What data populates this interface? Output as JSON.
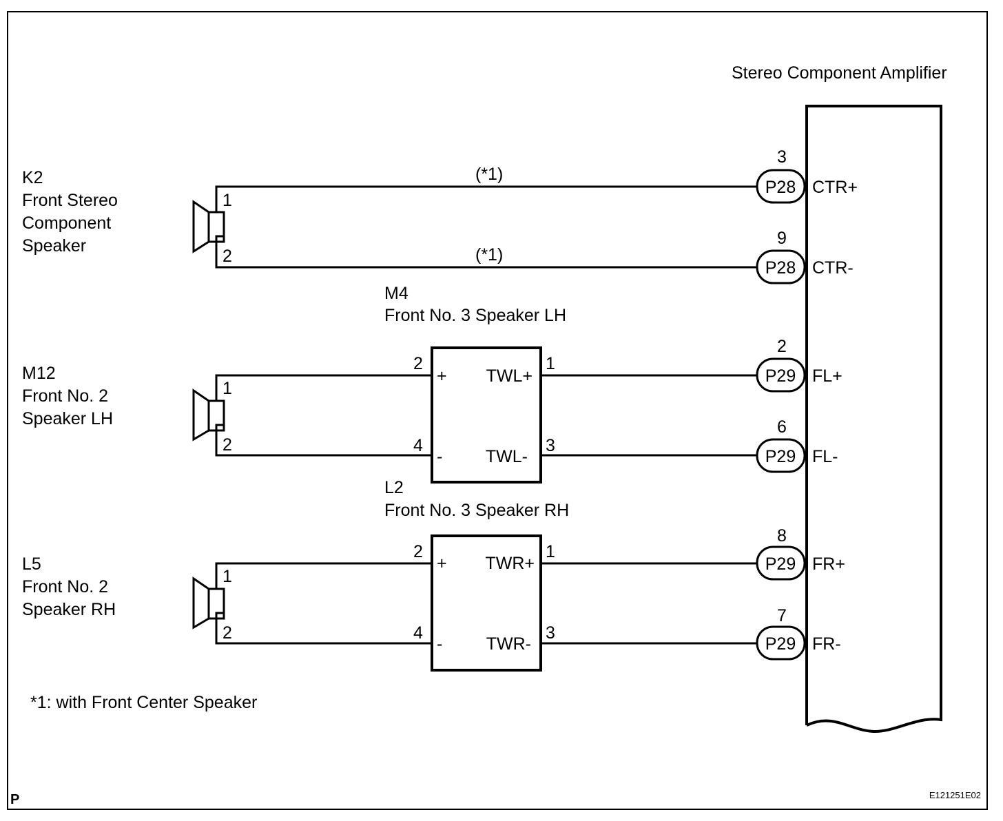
{
  "amplifier": {
    "title": "Stereo Component Amplifier",
    "pins": [
      {
        "num": "3",
        "conn": "P28",
        "signal": "CTR+"
      },
      {
        "num": "9",
        "conn": "P28",
        "signal": "CTR-"
      },
      {
        "num": "2",
        "conn": "P29",
        "signal": "FL+"
      },
      {
        "num": "6",
        "conn": "P29",
        "signal": "FL-"
      },
      {
        "num": "8",
        "conn": "P29",
        "signal": "FR+"
      },
      {
        "num": "7",
        "conn": "P29",
        "signal": "FR-"
      }
    ]
  },
  "speakers": [
    {
      "code": "K2",
      "name_lines": [
        "Front Stereo",
        "Component",
        "Speaker"
      ],
      "pins": [
        "1",
        "2"
      ]
    },
    {
      "code": "M12",
      "name_lines": [
        "Front No. 2",
        "Speaker LH"
      ],
      "pins": [
        "1",
        "2"
      ]
    },
    {
      "code": "L5",
      "name_lines": [
        "Front No. 2",
        "Speaker RH"
      ],
      "pins": [
        "1",
        "2"
      ]
    }
  ],
  "tweeters": [
    {
      "code": "M4",
      "name": "Front No. 3 Speaker LH",
      "left_pins": [
        "2",
        "4"
      ],
      "right_pins": [
        "1",
        "3"
      ],
      "polarity": [
        "+",
        "-"
      ],
      "terminals": [
        "TWL+",
        "TWL-"
      ]
    },
    {
      "code": "L2",
      "name": "Front No. 3 Speaker RH",
      "left_pins": [
        "2",
        "4"
      ],
      "right_pins": [
        "1",
        "3"
      ],
      "polarity": [
        "+",
        "-"
      ],
      "terminals": [
        "TWR+",
        "TWR-"
      ]
    }
  ],
  "wire_notes": [
    "(*1)",
    "(*1)"
  ],
  "footnote": "*1: with Front Center Speaker",
  "corner_mark": "P",
  "figure_id": "E121251E02"
}
